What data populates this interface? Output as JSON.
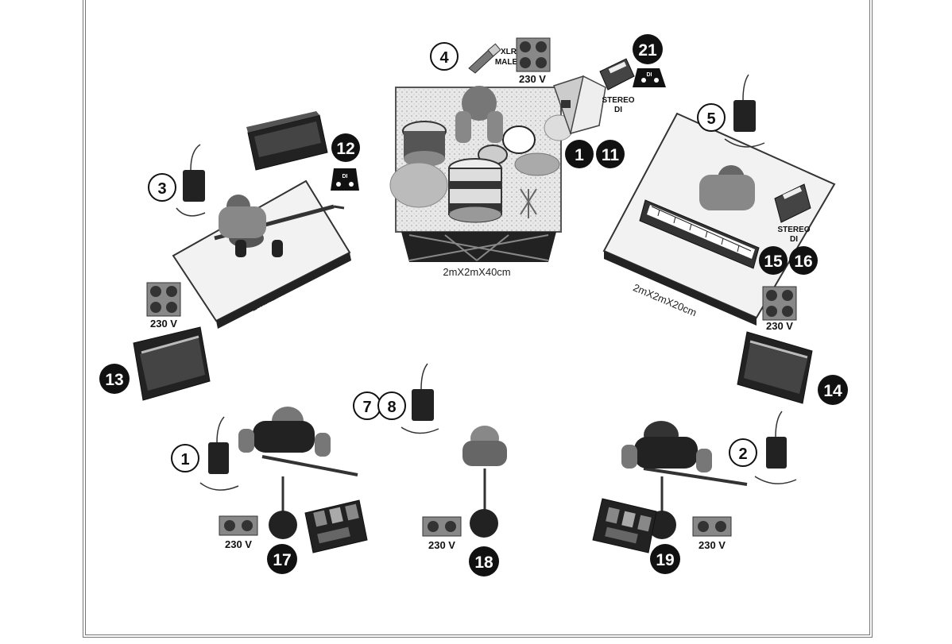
{
  "risers": {
    "drum": "2mX2mX40cm",
    "left": "2mX1mX20cm",
    "right": "2mX2mX20cm"
  },
  "labels": {
    "xlr": "XLR",
    "male": "MALE",
    "stereo": "STEREO",
    "di": "DI",
    "di_logo": "DI"
  },
  "voltage": "230 V",
  "numbers": {
    "n1": "1",
    "n2": "2",
    "n3": "3",
    "n4": "4",
    "n5": "5",
    "n7": "7",
    "n8": "8",
    "n12": "12",
    "n13": "13",
    "n14": "14",
    "n15": "15",
    "n16": "16",
    "n17": "17",
    "n18": "18",
    "n19": "19",
    "n21": "21",
    "b1": "1",
    "b11": "11"
  }
}
